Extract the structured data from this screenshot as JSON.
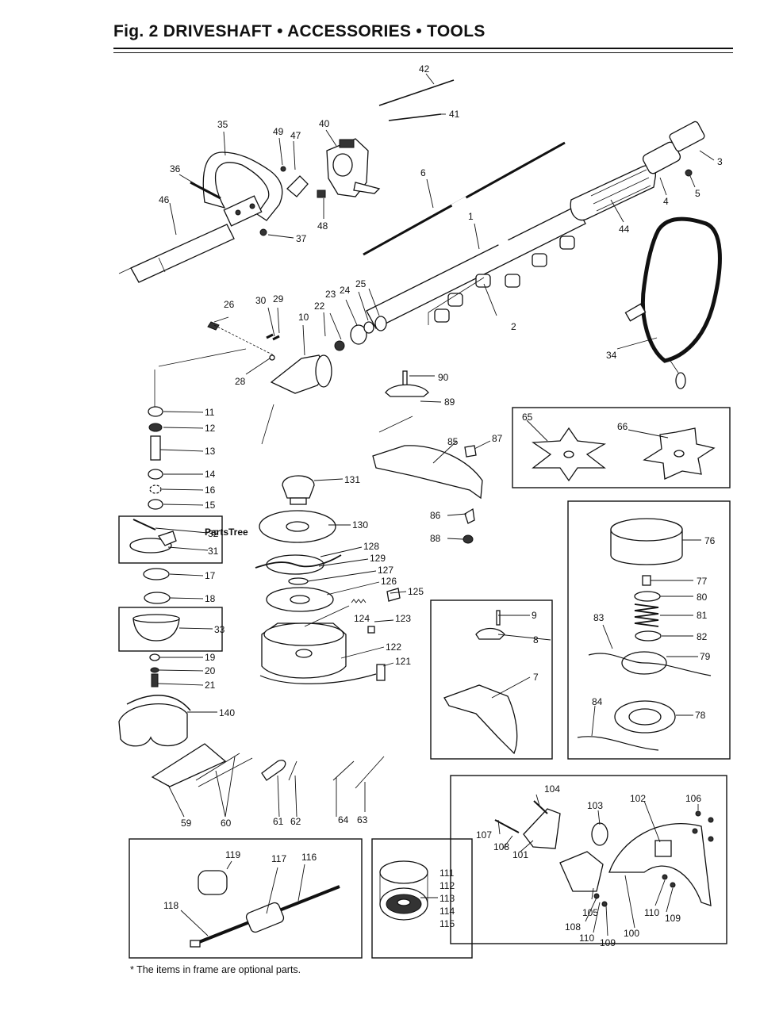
{
  "header": {
    "title": "Fig. 2  DRIVESHAFT • ACCESSORIES • TOOLS"
  },
  "watermark": "PartsTree",
  "footnote": "*  The items in frame are optional parts.",
  "callouts": {
    "p1": "1",
    "p2": "2",
    "p3": "3",
    "p4": "4",
    "p5": "5",
    "p6": "6",
    "p7": "7",
    "p8": "8",
    "p9": "9",
    "p10": "10",
    "p11": "11",
    "p12": "12",
    "p13": "13",
    "p14": "14",
    "p15": "15",
    "p16": "16",
    "p17": "17",
    "p18": "18",
    "p19": "19",
    "p20": "20",
    "p21": "21",
    "p22": "22",
    "p23": "23",
    "p24": "24",
    "p25": "25",
    "p26": "26",
    "p28": "28",
    "p29": "29",
    "p30": "30",
    "p31": "31",
    "p32": "32",
    "p33": "33",
    "p34": "34",
    "p35": "35",
    "p36": "36",
    "p37": "37",
    "p40": "40",
    "p41": "41",
    "p42": "42",
    "p44": "44",
    "p46": "46",
    "p47": "47",
    "p48": "48",
    "p49": "49",
    "p59": "59",
    "p60": "60",
    "p61": "61",
    "p62": "62",
    "p63": "63",
    "p64": "64",
    "p65": "65",
    "p66": "66",
    "p76": "76",
    "p77": "77",
    "p78": "78",
    "p79": "79",
    "p80": "80",
    "p81": "81",
    "p82": "82",
    "p83": "83",
    "p84": "84",
    "p85": "85",
    "p86": "86",
    "p87": "87",
    "p88": "88",
    "p89": "89",
    "p90": "90",
    "p100": "100",
    "p101": "101",
    "p102": "102",
    "p103": "103",
    "p104": "104",
    "p105": "105",
    "p106": "106",
    "p107": "107",
    "p108a": "108",
    "p108b": "108",
    "p109a": "109",
    "p109b": "109",
    "p110a": "110",
    "p110b": "110",
    "p111": "111",
    "p112": "112",
    "p113": "113",
    "p114": "114",
    "p115": "115",
    "p116": "116",
    "p117": "117",
    "p118": "118",
    "p119": "119",
    "p121": "121",
    "p122": "122",
    "p123": "123",
    "p124": "124",
    "p125": "125",
    "p126": "126",
    "p127": "127",
    "p128": "128",
    "p129": "129",
    "p130": "130",
    "p131": "131",
    "p140": "140"
  }
}
